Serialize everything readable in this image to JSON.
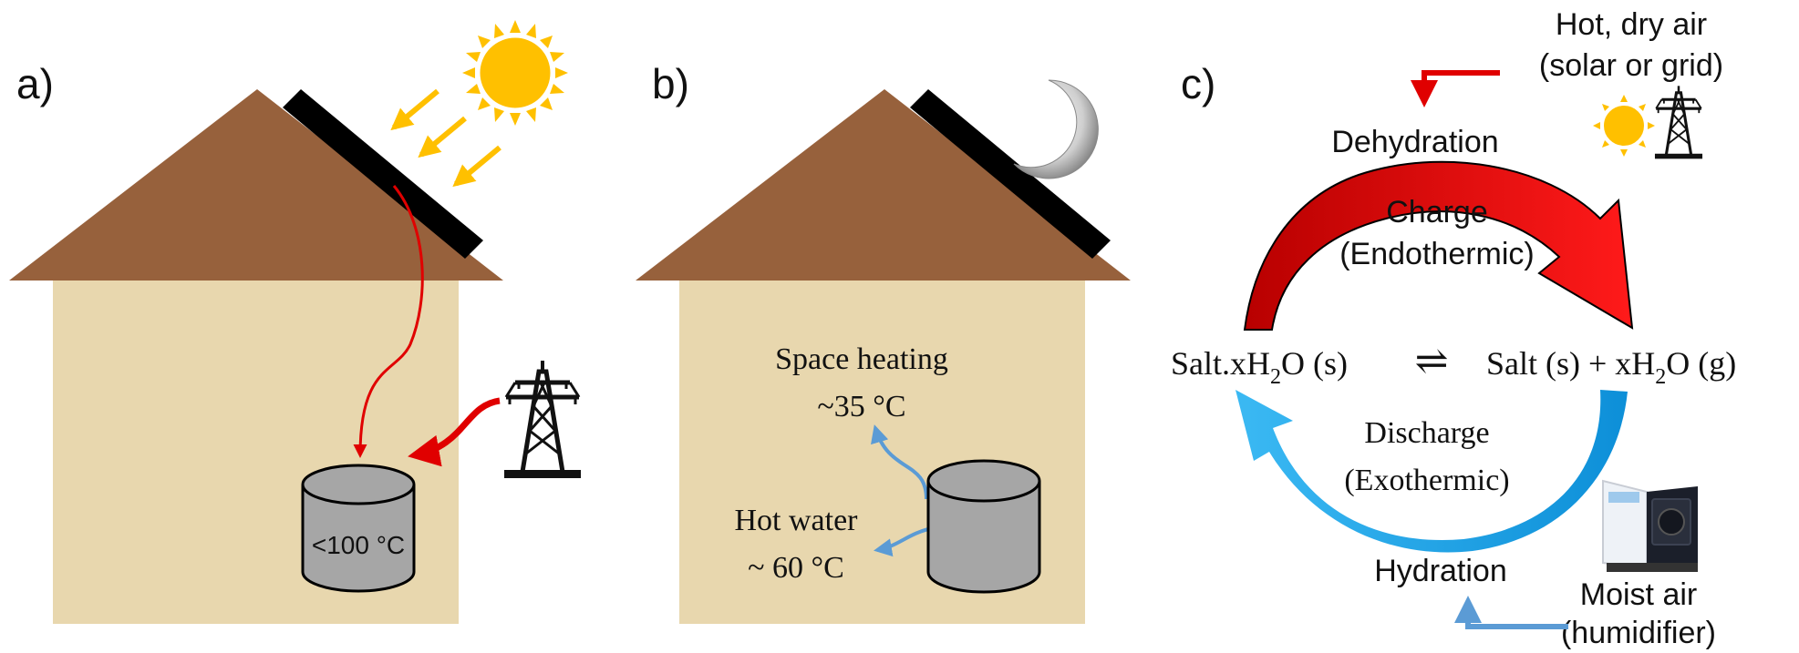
{
  "panels": [
    {
      "id": "a",
      "label": "a)"
    },
    {
      "id": "b",
      "label": "b)"
    },
    {
      "id": "c",
      "label": "c)"
    }
  ],
  "panel_a": {
    "tank_label": "<100 °C",
    "icons": [
      "sun-icon",
      "solar-panel-icon",
      "power-pylon-icon",
      "tank-icon"
    ]
  },
  "panel_b": {
    "space_heating_line1": "Space heating",
    "space_heating_line2": "~35 °C",
    "hot_water_line1": "Hot water",
    "hot_water_line2": "~ 60 °C",
    "icons": [
      "moon-icon",
      "solar-panel-icon",
      "tank-icon"
    ]
  },
  "panel_c": {
    "top_source_line1": "Hot, dry air",
    "top_source_line2": "(solar or grid)",
    "dehydration": "Dehydration",
    "charge_line1": "Charge",
    "charge_line2": "(Endothermic)",
    "equation_left": {
      "main": "Salt.xH",
      "sub": "2",
      "tail": "O (s)"
    },
    "equation_arrow": "⇌",
    "equation_right": {
      "main": "Salt (s) + xH",
      "sub": "2",
      "tail": "O (g)"
    },
    "discharge_line1": "Discharge",
    "discharge_line2": "(Exothermic)",
    "hydration": "Hydration",
    "bottom_source_line1": "Moist air",
    "bottom_source_line2": "(humidifier)",
    "icons": [
      "sun-icon",
      "power-pylon-icon",
      "humidifier-icon"
    ]
  },
  "colors": {
    "roof": "#97613c",
    "wall": "#e8d7ae",
    "panel": "#000000",
    "sun": "#ffc000",
    "charge_arrow": "#e00000",
    "discharge_arrow": "#1aa7e8",
    "flow_blue": "#5b9bd5",
    "tank": "#a6a6a6"
  }
}
